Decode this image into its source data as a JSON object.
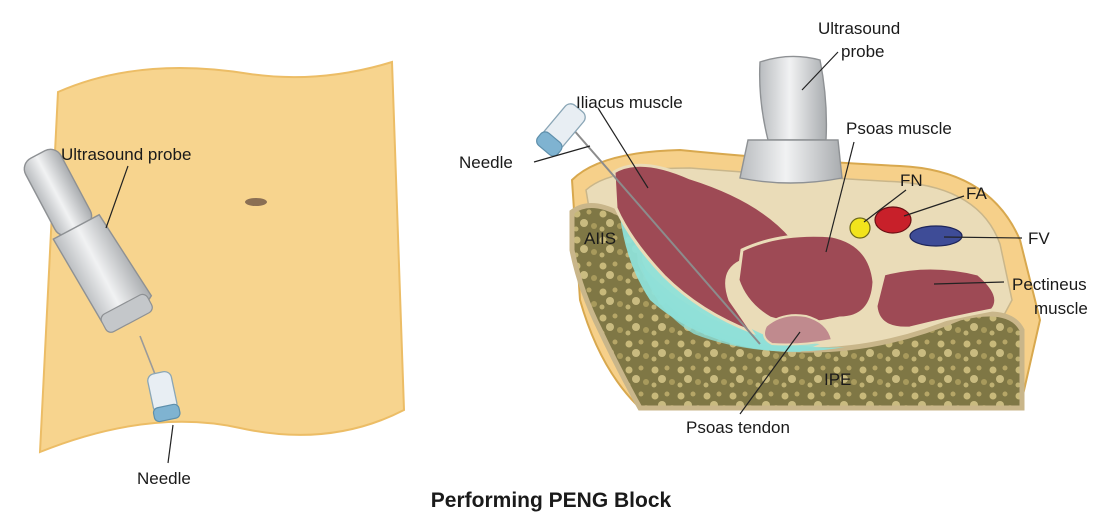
{
  "title": "Performing PENG Block",
  "left_panel": {
    "probe_label": "Ultrasound probe",
    "needle_label": "Needle"
  },
  "right_panel": {
    "probe_label_line1": "Ultrasound",
    "probe_label_line2": "probe",
    "needle_label": "Needle",
    "iliacus_label": "Iliacus muscle",
    "psoas_label": "Psoas muscle",
    "fn_label": "FN",
    "fa_label": "FA",
    "fv_label": "FV",
    "aiis_label": "AIIS",
    "pectineus_line1": "Pectineus",
    "pectineus_line2": "muscle",
    "ipe_label": "IPE",
    "psoas_tendon_label": "Psoas tendon"
  },
  "colors": {
    "skin": "#f7d48e",
    "skin_edge": "#e9b95c",
    "muscle": "#9e4a55",
    "fascia": "#eadcb8",
    "bone": "#7f7745",
    "fluid": "#8fe0d8",
    "nerve": "#f2e41c",
    "artery": "#c8202a",
    "vein": "#3e4c97",
    "probe": "#d6d8da",
    "needle_hub": "#9cc7dd"
  }
}
